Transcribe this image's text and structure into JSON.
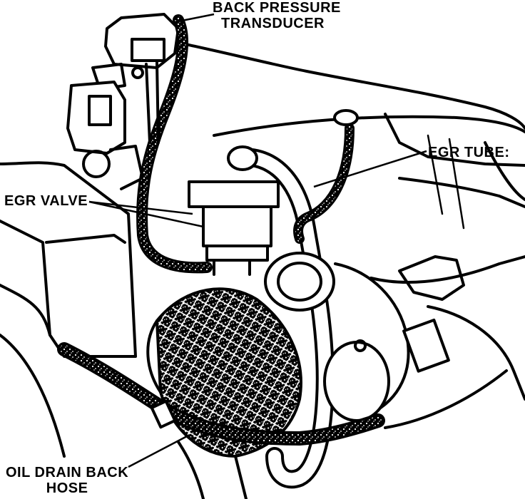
{
  "labels": {
    "back_pressure_transducer_line1": "BACK PRESSURE",
    "back_pressure_transducer_line2": "TRANSDUCER",
    "egr_tube": "EGR TUBE:",
    "egr_valve": "EGR VALVE",
    "oil_drain_back_hose_line1": "OIL DRAIN BACK",
    "oil_drain_back_hose_line2": "HOSE"
  },
  "colors": {
    "ink": "#000000",
    "paper": "#ffffff"
  }
}
